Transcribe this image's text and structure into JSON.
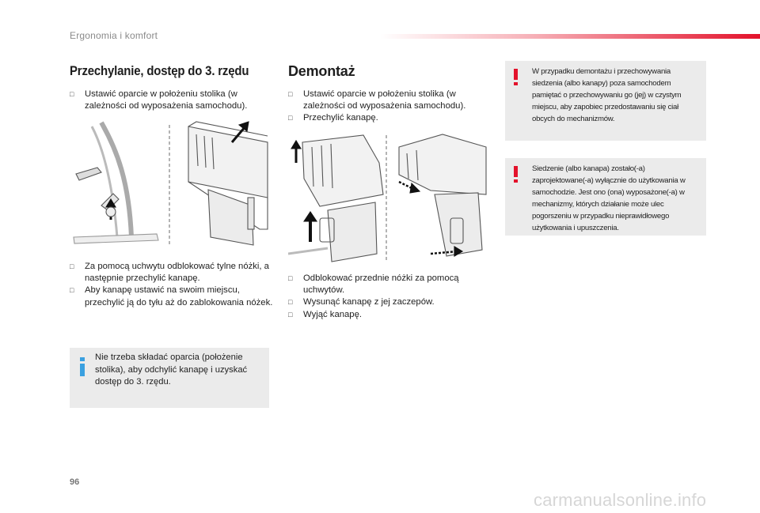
{
  "header": {
    "title": "Ergonomia i komfort",
    "accent_color": "#e3122b"
  },
  "left_column": {
    "title": "Przechylanie, dostęp do 3. rzędu",
    "bullets_top": [
      "Ustawić oparcie w położeniu stolika (w zależności od wyposażenia samochodu)."
    ],
    "bullets_bottom": [
      "Za pomocą uchwytu odblokować tylne nóżki, a następnie przechylić kanapę.",
      "Aby kanapę ustawić na swoim miejscu, przechylić ją do tyłu aż do zablokowania nóżek."
    ],
    "info": "Nie trzeba składać oparcia (położenie stolika), aby odchylić kanapę i uzyskać dostęp do 3. rzędu."
  },
  "middle_column": {
    "title": "Demontaż",
    "bullets_top": [
      "Ustawić oparcie w położeniu stolika (w zależności od wyposażenia samochodu).",
      "Przechylić kanapę."
    ],
    "bullets_bottom": [
      "Odblokować przednie nóżki za pomocą uchwytów.",
      "Wysunąć kanapę z jej zaczepów.",
      "Wyjąć kanapę."
    ]
  },
  "warnings": [
    "W przypadku demontażu i przechowywania siedzenia (albo kanapy) poza samochodem pamiętać o przechowywaniu go (jej) w czystym miejscu, aby zapobiec przedostawaniu się ciał obcych do mechanizmów.",
    "Siedzenie (albo kanapa) zostało(-a) zaprojektowane(-a) wyłącznie do użytkowania w samochodzie. Jest ono (ona) wyposażone(-a) w mechanizmy, których działanie może ulec pogorszeniu w przypadku nieprawidłowego użytkowania i upuszczenia."
  ],
  "bullet_glyph": "",
  "icons": {
    "info": "info-icon",
    "warning": "warning-icon"
  },
  "colors": {
    "info_icon": "#3aa0e0",
    "warning_icon": "#e3122b",
    "box_background": "#ebebeb"
  },
  "page_number": "96",
  "watermark": "carmanualsonline.info"
}
